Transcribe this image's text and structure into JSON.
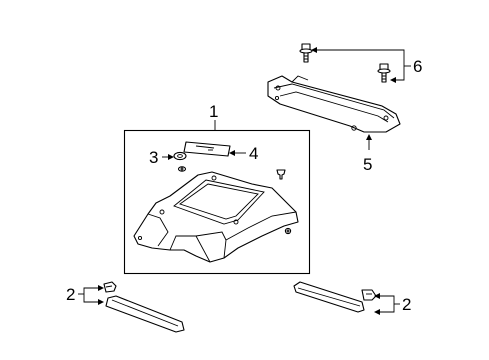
{
  "callouts": {
    "c1": "1",
    "c2_left": "2",
    "c2_right": "2",
    "c3": "3",
    "c4": "4",
    "c5": "5",
    "c6": "6"
  }
}
